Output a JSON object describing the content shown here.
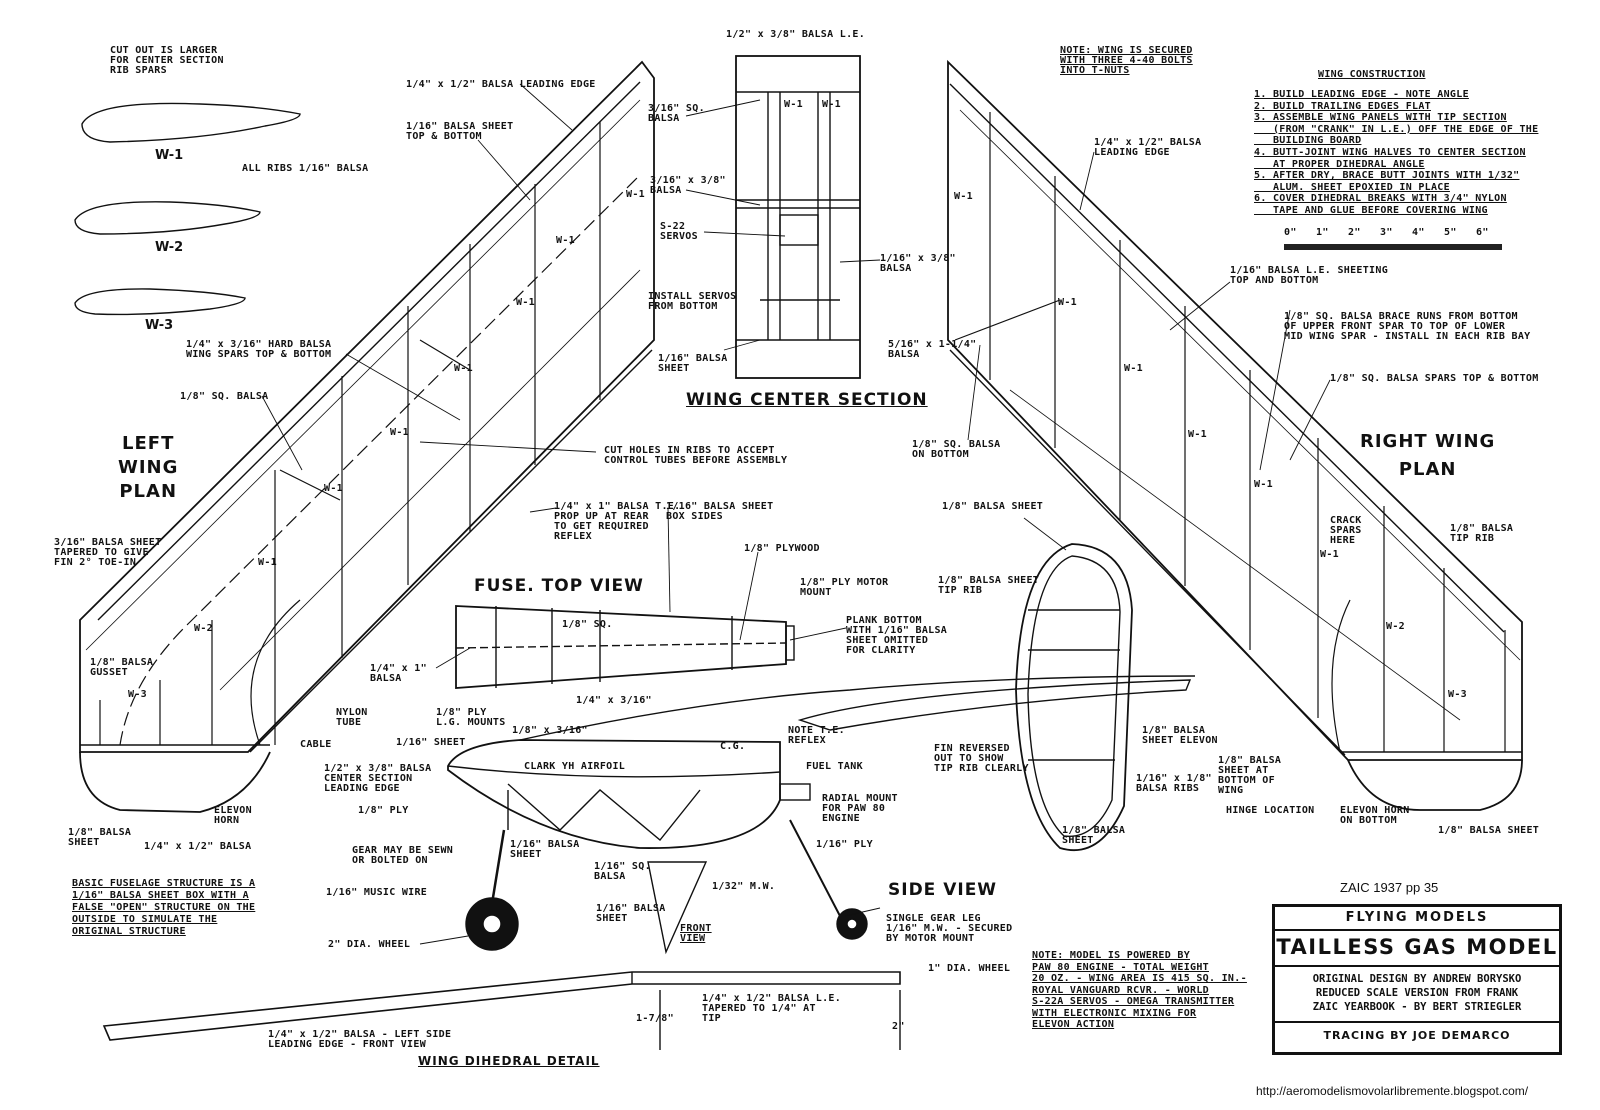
{
  "ribs": {
    "w1": "W-1",
    "w2": "W-2",
    "w3": "W-3",
    "note": "ALL RIBS 1/16\" BALSA",
    "cutout": "CUT OUT IS LARGER\nFOR CENTER SECTION\nRIB SPARS"
  },
  "titles": {
    "left_wing": "LEFT\nWING\nPLAN",
    "right_wing": "RIGHT WING\nPLAN",
    "center": "WING CENTER SECTION",
    "fuse_top": "FUSE. TOP VIEW",
    "side": "SIDE VIEW",
    "dihedral": "WING DIHEDRAL DETAIL",
    "front_view": "FRONT\nVIEW"
  },
  "left_labels": {
    "le": "1/4\" x 1/2\" BALSA LEADING EDGE",
    "sheet": "1/16\" BALSA SHEET\nTOP & BOTTOM",
    "spars": "1/4\" x 3/16\" HARD BALSA\nWING SPARS TOP & BOTTOM",
    "sq": "1/8\" SQ. BALSA",
    "cut_holes": "CUT HOLES IN RIBS TO ACCEPT\nCONTROL TUBES BEFORE ASSEMBLY",
    "te": "1/4\" x 1\" BALSA T.E.\nPROP UP AT REAR\nTO GET REQUIRED\nREFLEX",
    "fin": "3/16\" BALSA SHEET\nTAPERED TO GIVE\nFIN 2° TOE-IN",
    "gusset": "1/8\" BALSA\nGUSSET",
    "nylon": "NYLON\nTUBE",
    "cable": "CABLE",
    "elevon_horn": "ELEVON\nHORN",
    "sheet18": "1/8\" BALSA\nSHEET",
    "le2": "1/4\" x 1/2\" BALSA"
  },
  "center_labels": {
    "le": "1/2\" x 3/8\" BALSA L.E.",
    "sq316": "3/16\" SQ.\nBALSA",
    "b316x38": "3/16\" x 3/8\"\nBALSA",
    "servos": "S-22\nSERVOS",
    "install": "INSTALL SERVOS\nFROM BOTTOM",
    "sheet": "1/16\" BALSA\nSHEET",
    "b116x38": "1/16\" x 3/8\"\nBALSA",
    "b516": "5/16\" x 1-1/4\"\nBALSA"
  },
  "right_labels": {
    "note": "NOTE: WING IS SECURED\nWITH THREE 4-40 BOLTS\nINTO T-NUTS",
    "le": "1/4\" x 1/2\" BALSA\nLEADING EDGE",
    "le_sheet": "1/16\" BALSA L.E. SHEETING\nTOP AND BOTTOM",
    "brace": "1/8\" SQ. BALSA BRACE RUNS FROM BOTTOM\nOF UPPER FRONT SPAR TO TOP OF LOWER\nMID WING SPAR - INSTALL IN EACH RIB BAY",
    "spars": "1/8\" SQ. BALSA SPARS TOP & BOTTOM",
    "bottom": "1/8\" SQ. BALSA\nON BOTTOM",
    "crack": "CRACK\nSPARS\nHERE",
    "tip_rib": "1/8\" BALSA\nTIP RIB",
    "sheet_wing": "1/8\" BALSA\nSHEET AT\nBOTTOM OF\nWING",
    "hinge": "HINGE LOCATION",
    "horn": "ELEVON HORN\nON BOTTOM",
    "sheet18": "1/8\" BALSA SHEET"
  },
  "construction": {
    "title": "WING CONSTRUCTION",
    "steps": [
      "1. BUILD LEADING EDGE - NOTE ANGLE",
      "2. BUILD TRAILING EDGES FLAT",
      "3. ASSEMBLE WING PANELS WITH TIP SECTION",
      "   (FROM \"CRANK\" IN L.E.) OFF THE EDGE OF THE",
      "   BUILDING BOARD",
      "4. BUTT-JOINT WING HALVES TO CENTER SECTION",
      "   AT PROPER DIHEDRAL ANGLE",
      "5. AFTER DRY, BRACE BUTT JOINTS WITH 1/32\"",
      "   ALUM. SHEET EPOXIED IN PLACE",
      "6. COVER DIHEDRAL BREAKS WITH 3/4\" NYLON",
      "   TAPE AND GLUE BEFORE COVERING WING"
    ],
    "scale": [
      "0\"",
      "1\"",
      "2\"",
      "3\"",
      "4\"",
      "5\"",
      "6\""
    ]
  },
  "fuse_labels": {
    "box": "1/16\" BALSA SHEET\nBOX SIDES",
    "ply": "1/8\" PLYWOOD",
    "mount": "1/8\" PLY MOTOR\nMOUNT",
    "plank": "PLANK BOTTOM\nWITH 1/16\" BALSA\nSHEET OMITTED\nFOR CLARITY",
    "sq": "1/8\" SQ.",
    "b14x1": "1/4\" x 1\"\nBALSA",
    "lg": "1/8\" PLY\nL.G. MOUNTS"
  },
  "side_labels": {
    "b14x316": "1/4\" x 3/16\"",
    "b18x316": "1/8\" x 3/16\"",
    "cg": "C.G.",
    "note_te": "NOTE T.E.\nREFLEX",
    "sheet116": "1/16\" SHEET",
    "center_le": "1/2\" x 3/8\" BALSA\nCENTER SECTION\nLEADING EDGE",
    "airfoil": "CLARK YH AIRFOIL",
    "fuel": "FUEL TANK",
    "radial": "RADIAL MOUNT\nFOR PAW 80\nENGINE",
    "ply18": "1/8\" PLY",
    "gear": "GEAR MAY BE SEWN\nOR BOLTED ON",
    "sheet116b": "1/16\" BALSA\nSHEET",
    "ply116": "1/16\" PLY",
    "wire": "1/16\" MUSIC WIRE",
    "sq116": "1/16\" SQ.\nBALSA",
    "sheet116c": "1/16\" BALSA\nSHEET",
    "mw": "1/32\" M.W.",
    "wheel2": "2\" DIA. WHEEL",
    "single": "SINGLE GEAR LEG\n1/16\" M.W. - SECURED\nBY MOTOR MOUNT",
    "wheel1": "1\" DIA. WHEEL",
    "basic": "BASIC FUSELAGE STRUCTURE IS A\n1/16\" BALSA SHEET BOX WITH A\nFALSE \"OPEN\" STRUCTURE ON THE\nOUTSIDE TO SIMULATE THE\nORIGINAL STRUCTURE"
  },
  "fin_labels": {
    "sheet": "1/8\" BALSA SHEET",
    "tip": "1/8\" BALSA SHEET\nTIP RIB",
    "elevon": "1/8\" BALSA\nSHEET ELEVON",
    "reversed": "FIN REVERSED\nOUT TO SHOW\nTIP RIB CLEARLY",
    "ribs": "1/16\" x 1/8\"\nBALSA RIBS",
    "sheet_b": "1/8\" BALSA\nSHEET"
  },
  "dihedral_labels": {
    "left": "1/4\" x 1/2\" BALSA - LEFT SIDE\nLEADING EDGE - FRONT VIEW",
    "le": "1/4\" x 1/2\" BALSA L.E.\nTAPERED TO 1/4\" AT\nTIP",
    "d1": "1-7/8\"",
    "d2": "2\""
  },
  "note_engine": "NOTE: MODEL IS POWERED BY\nPAW 80 ENGINE - TOTAL WEIGHT\n20 OZ. - WING AREA IS 415 SQ. IN.-\nROYAL VANGUARD RCVR. - WORLD\nS-22A SERVOS - OMEGA TRANSMITTER\nWITH ELECTRONIC MIXING FOR\nELEVON ACTION",
  "title_block": {
    "ref": "ZAIC 1937 pp 35",
    "magazine": "FLYING MODELS",
    "model": "TAILLESS GAS MODEL",
    "credits": "ORIGINAL DESIGN BY ANDREW BORYSKO\nREDUCED SCALE VERSION FROM FRANK\nZAIC YEARBOOK - BY BERT STRIEGLER",
    "tracing": "TRACING BY JOE DEMARCO"
  },
  "url": "http://aeromodelismovolarlibremente.blogspot.com/"
}
